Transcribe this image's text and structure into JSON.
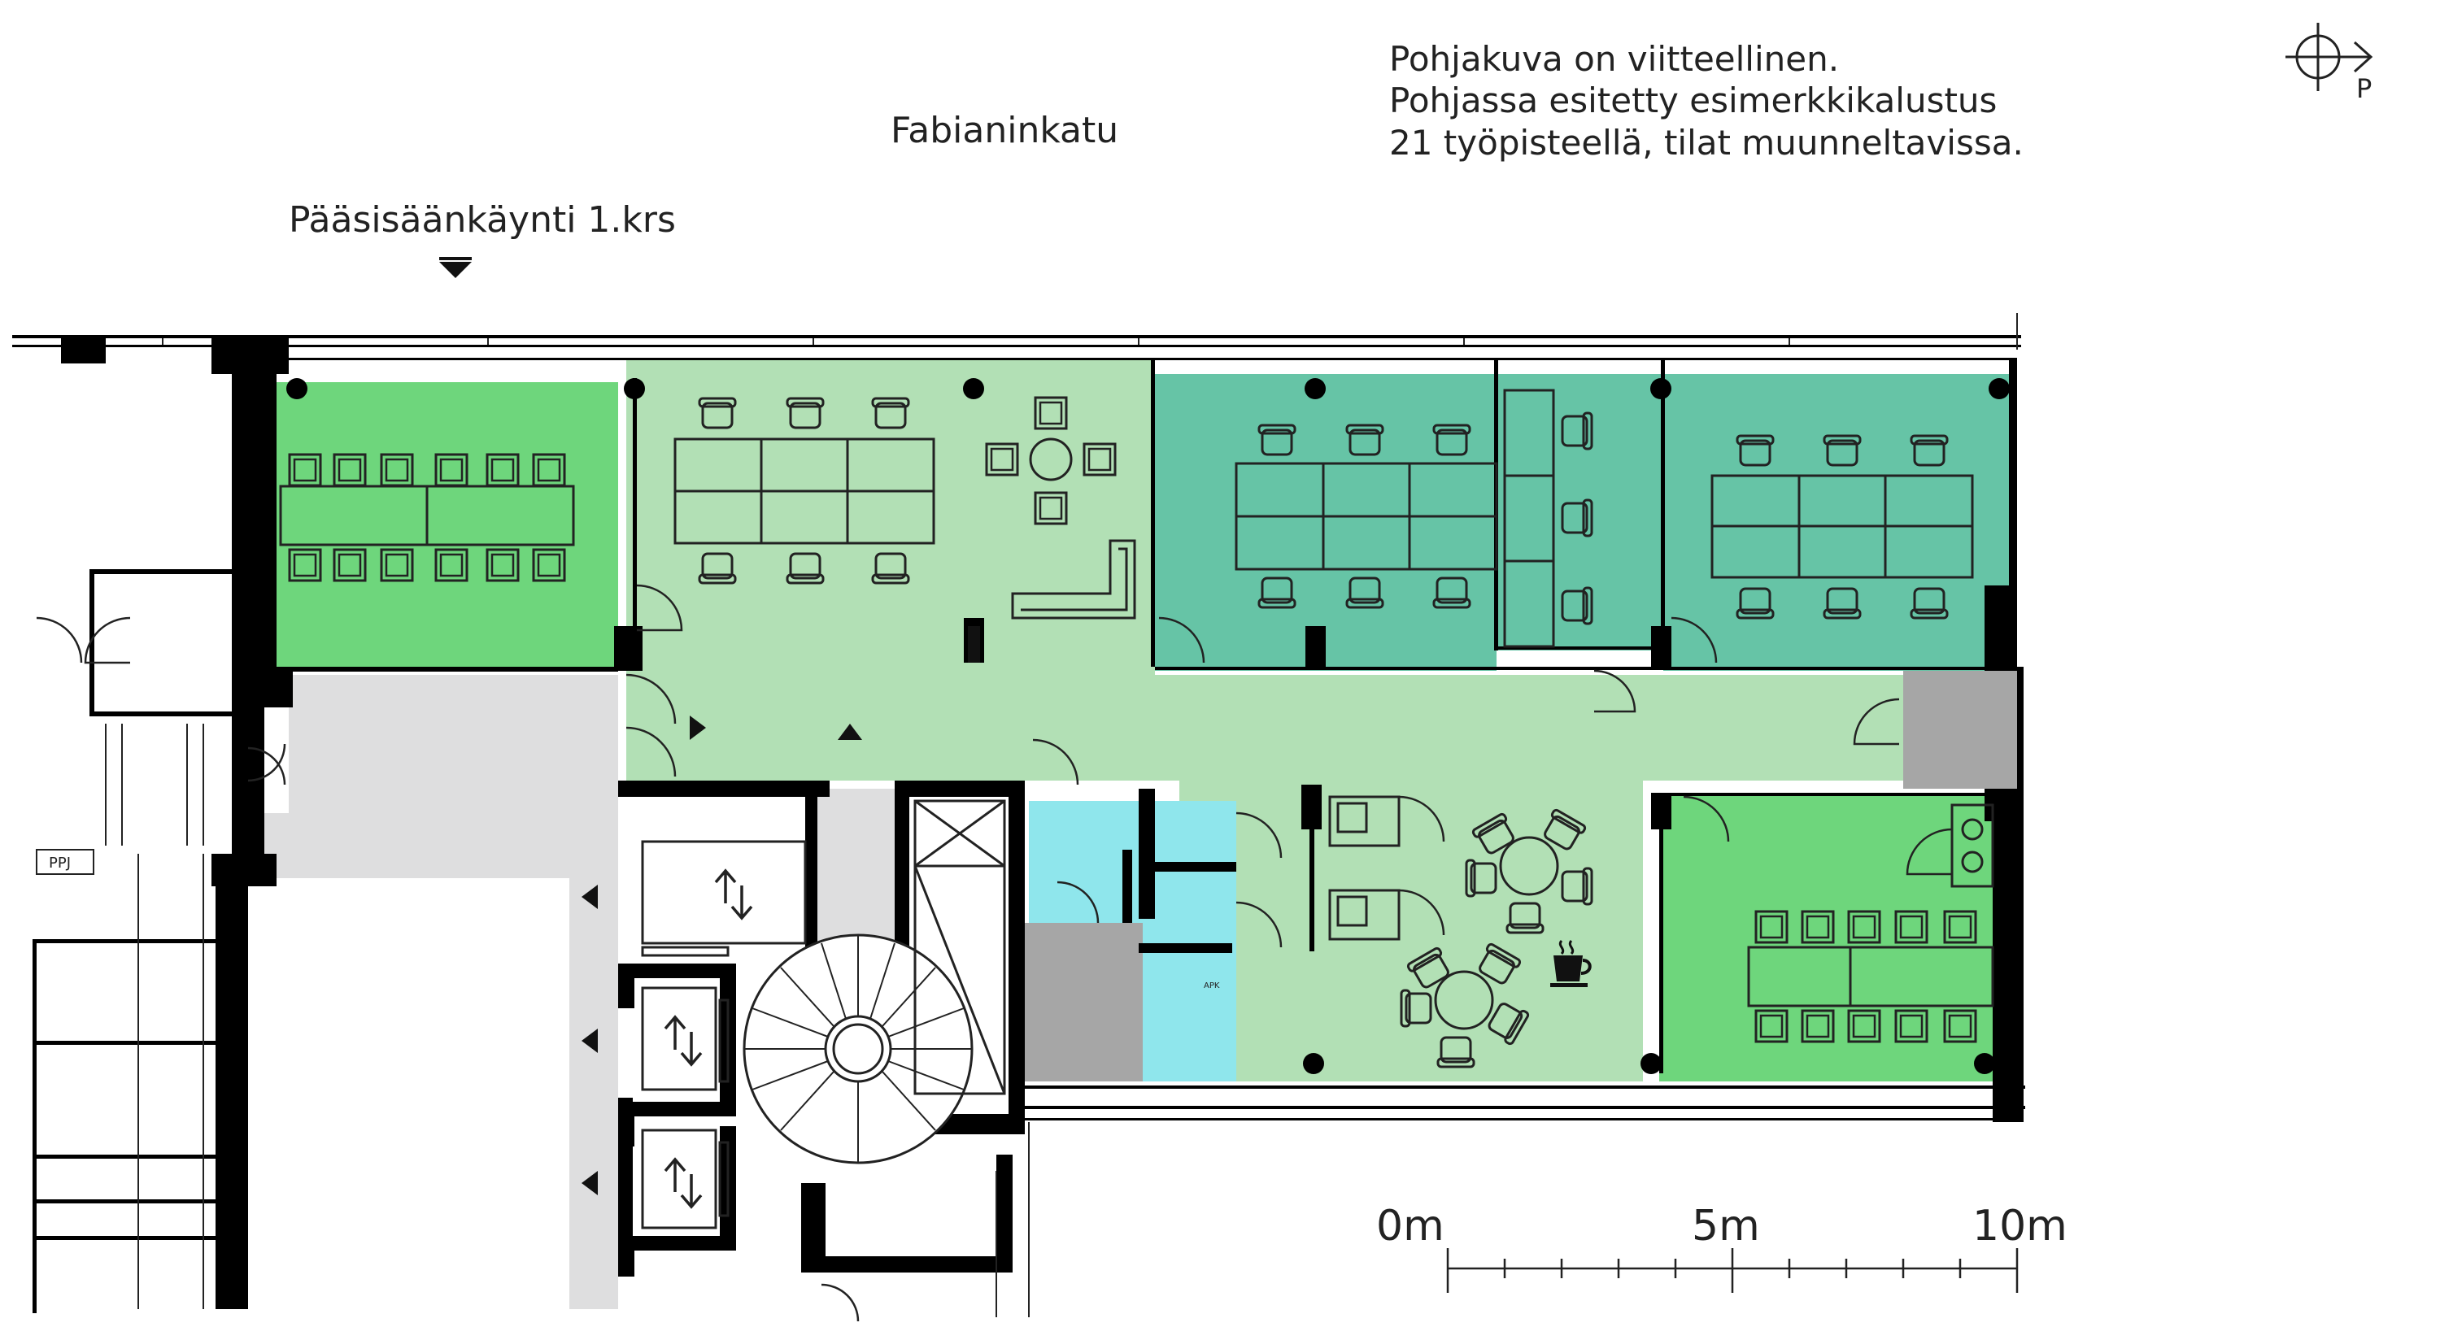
{
  "street_name": "Fabianinkatu",
  "entrance_label": "Pääsisäänkäynti 1.krs",
  "notes": [
    "Pohjakuva on viitteellinen.",
    "Pohjassa esitetty esimerkkikalustus",
    "21 työpisteellä, tilat muunneltavissa."
  ],
  "scale_labels": [
    "0m",
    "5m",
    "10m"
  ],
  "ppj_label": "PPJ",
  "apk_label": "APK",
  "north_label": "P",
  "colors": {
    "room_dark_green": "#6ed67c",
    "room_open_light": "#b2e0b5",
    "room_teal": "#66c4a6",
    "room_cyan": "#8fe6ec",
    "corridor_grey": "#dededf",
    "block_grey": "#a6a6a6",
    "wall": "#000000"
  },
  "icons": [
    "north-arrow-icon",
    "entrance-arrow-icon",
    "coffee-cup-icon",
    "elevator-arrows-icon",
    "spiral-staircase-icon"
  ]
}
